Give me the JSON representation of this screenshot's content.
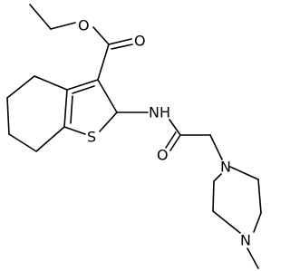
{
  "molecule": {
    "atoms": {
      "ester_o1": "O",
      "ester_o2": "O",
      "amide_o": "O",
      "sulfur": "S",
      "amide_nh": "NH",
      "pip_n1": "N",
      "pip_n4": "N"
    }
  },
  "colors": {
    "bond": "#000000",
    "label": "#000000",
    "background": "#ffffff"
  }
}
